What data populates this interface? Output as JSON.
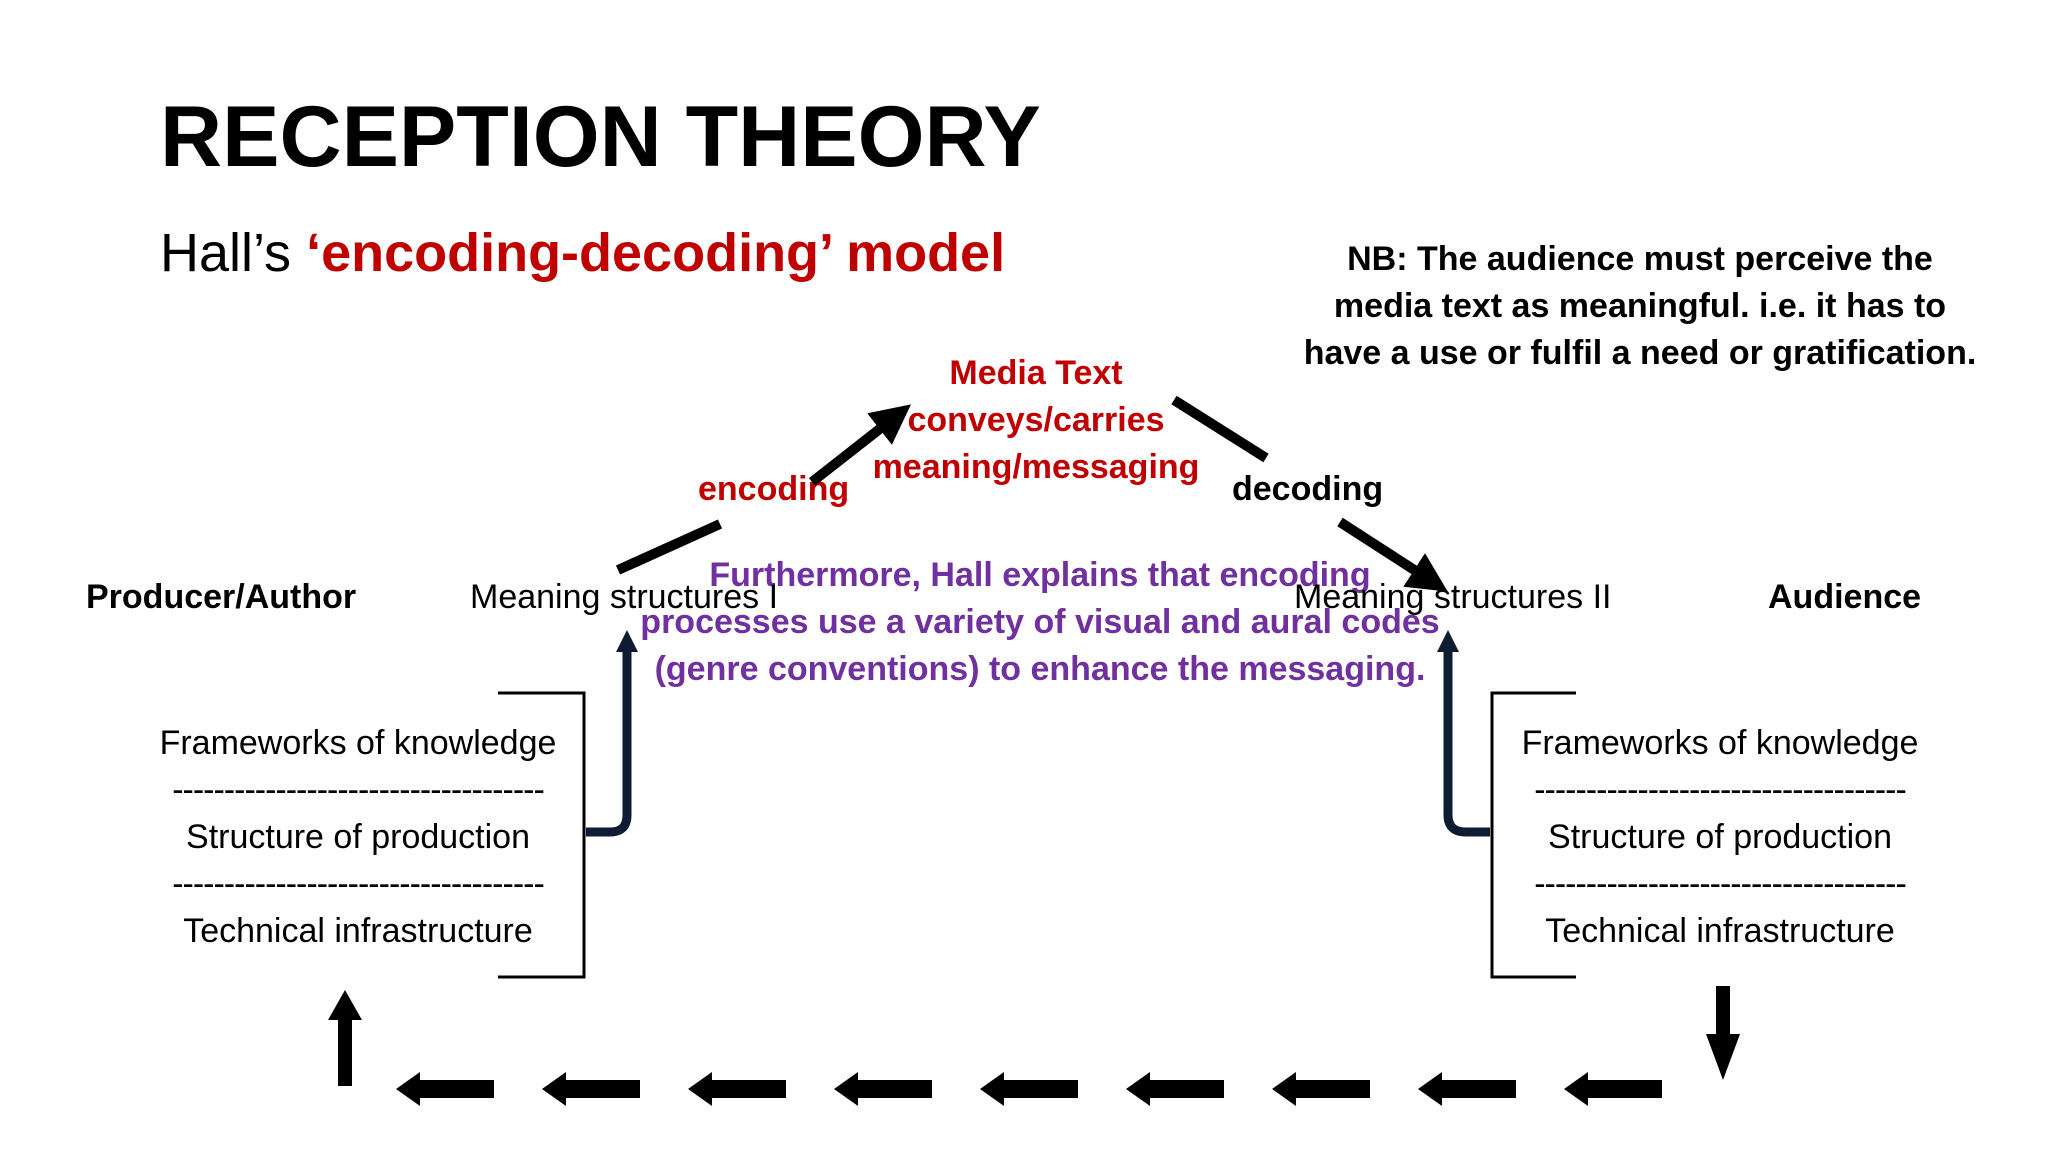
{
  "title": "RECEPTION THEORY",
  "subtitle": {
    "prefix": "Hall’s ",
    "highlight": "‘encoding-decoding’ model"
  },
  "note": "NB: The audience must perceive the media text as meaningful. i.e. it has to have a use or fulfil a need or gratification.",
  "media_text": {
    "line1": "Media Text",
    "line2": "conveys/carries",
    "line3": "meaning/messaging"
  },
  "encoding_label": "encoding",
  "decoding_label": "decoding",
  "explanation": "Furthermore, Hall explains that encoding processes use a variety of visual and aural codes (genre conventions) to enhance the messaging.",
  "left": {
    "role": "Producer/Author",
    "meaning": "Meaning structures I",
    "items": [
      "Frameworks of knowledge",
      "Structure of production",
      "Technical infrastructure"
    ],
    "divider": "------------------------------------"
  },
  "right": {
    "role": "Audience",
    "meaning": "Meaning structures II",
    "items": [
      "Frameworks of knowledge",
      "Structure of production",
      "Technical infrastructure"
    ],
    "divider": "------------------------------------"
  },
  "colors": {
    "red": "#c00000",
    "purple": "#7030a0",
    "navy": "#0f1b33"
  }
}
